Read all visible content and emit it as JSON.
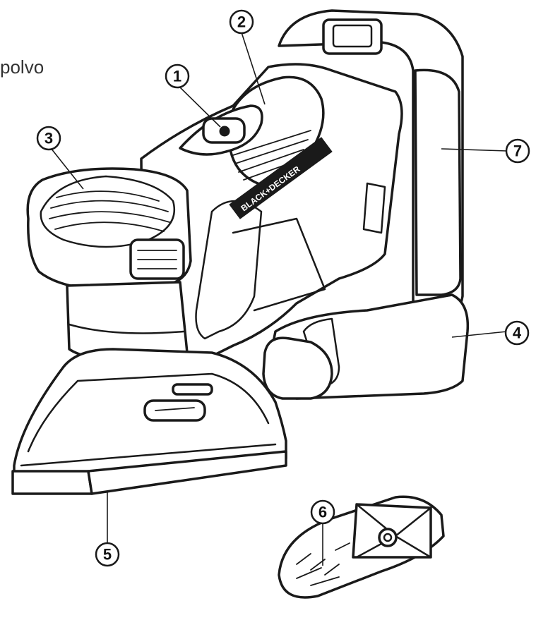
{
  "partial_text": "polvo",
  "brand_label": "BLACK+DECKER",
  "callouts": [
    {
      "number": "1"
    },
    {
      "number": "2"
    },
    {
      "number": "3"
    },
    {
      "number": "4"
    },
    {
      "number": "5"
    },
    {
      "number": "6"
    },
    {
      "number": "7"
    }
  ]
}
